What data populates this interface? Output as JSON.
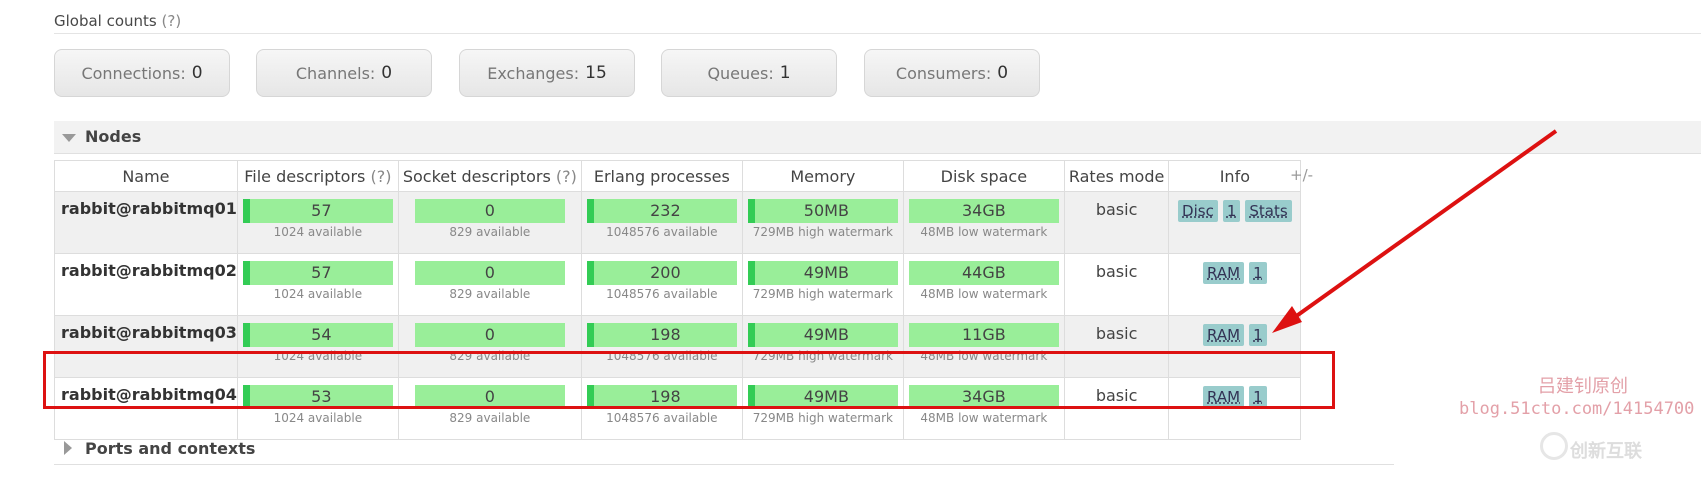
{
  "global": {
    "title": "Global counts",
    "help": "(?)"
  },
  "counts": [
    {
      "label": "Connections:",
      "value": "0"
    },
    {
      "label": "Channels:",
      "value": "0"
    },
    {
      "label": "Exchanges:",
      "value": "15"
    },
    {
      "label": "Queues:",
      "value": "1"
    },
    {
      "label": "Consumers:",
      "value": "0"
    }
  ],
  "nodes_section": {
    "title": "Nodes"
  },
  "table": {
    "headers": {
      "name": "Name",
      "fd": "File descriptors",
      "fd_help": "(?)",
      "sd": "Socket descriptors",
      "sd_help": "(?)",
      "erl": "Erlang processes",
      "mem": "Memory",
      "disk": "Disk space",
      "rates": "Rates mode",
      "info": "Info"
    },
    "plusminus": "+/-",
    "rows": [
      {
        "name": "rabbit@rabbitmq01",
        "fd": "57",
        "fd_sub": "1024 available",
        "sd": "0",
        "sd_sub": "829 available",
        "erl": "232",
        "erl_sub": "1048576 available",
        "mem": "50MB",
        "mem_sub": "729MB high watermark",
        "disk": "34GB",
        "disk_sub": "48MB low watermark",
        "rates": "basic",
        "info": [
          "Disc",
          "1",
          "Stats"
        ]
      },
      {
        "name": "rabbit@rabbitmq02",
        "fd": "57",
        "fd_sub": "1024 available",
        "sd": "0",
        "sd_sub": "829 available",
        "erl": "200",
        "erl_sub": "1048576 available",
        "mem": "49MB",
        "mem_sub": "729MB high watermark",
        "disk": "44GB",
        "disk_sub": "48MB low watermark",
        "rates": "basic",
        "info": [
          "RAM",
          "1"
        ]
      },
      {
        "name": "rabbit@rabbitmq03",
        "fd": "54",
        "fd_sub": "1024 available",
        "sd": "0",
        "sd_sub": "829 available",
        "erl": "198",
        "erl_sub": "1048576 available",
        "mem": "49MB",
        "mem_sub": "729MB high watermark",
        "disk": "11GB",
        "disk_sub": "48MB low watermark",
        "rates": "basic",
        "info": [
          "RAM",
          "1"
        ]
      },
      {
        "name": "rabbit@rabbitmq04",
        "fd": "53",
        "fd_sub": "1024 available",
        "sd": "0",
        "sd_sub": "829 available",
        "erl": "198",
        "erl_sub": "1048576 available",
        "mem": "49MB",
        "mem_sub": "729MB high watermark",
        "disk": "34GB",
        "disk_sub": "48MB low watermark",
        "rates": "basic",
        "info": [
          "RAM",
          "1"
        ]
      }
    ]
  },
  "ports_section": {
    "title": "Ports and contexts"
  },
  "watermark": {
    "line1": "吕建钊原创",
    "line2": "blog.51cto.com/14154700",
    "line3": "创新互联"
  },
  "colors": {
    "bar_fill": "#99ee99",
    "bar_edge": "#33cc55",
    "tag_bg": "#99cccc",
    "highlight": "#dd1111"
  }
}
